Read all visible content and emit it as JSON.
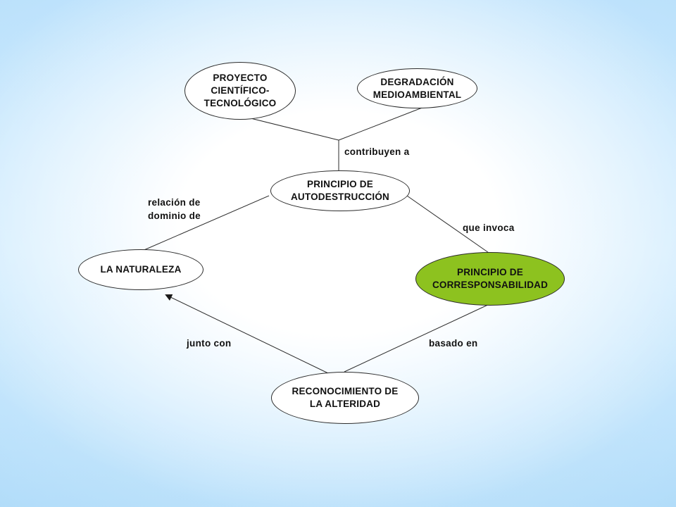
{
  "nodes": {
    "proyecto": "PROYECTO\nCIENTÍFICO-\nTECNOLÓGICO",
    "degradacion": "DEGRADACIÓN\nMEDIOAMBIENTAL",
    "autodestruccion": "PRINCIPIO DE\nAUTODESTRUCCIÓN",
    "naturaleza": "LA NATURALEZA",
    "corresponsabilidad": "PRINCIPIO DE\nCORRESPONSABILIDAD",
    "alteridad": "RECONOCIMIENTO DE\nLA ALTERIDAD"
  },
  "labels": {
    "contribuyen": "contribuyen a",
    "relacion": "relación de\ndominio de",
    "invoca": "que invoca",
    "junto": "junto con",
    "basado": "basado en"
  },
  "colors": {
    "highlight_node": "#8dc21f",
    "line": "#2b2b2b"
  }
}
